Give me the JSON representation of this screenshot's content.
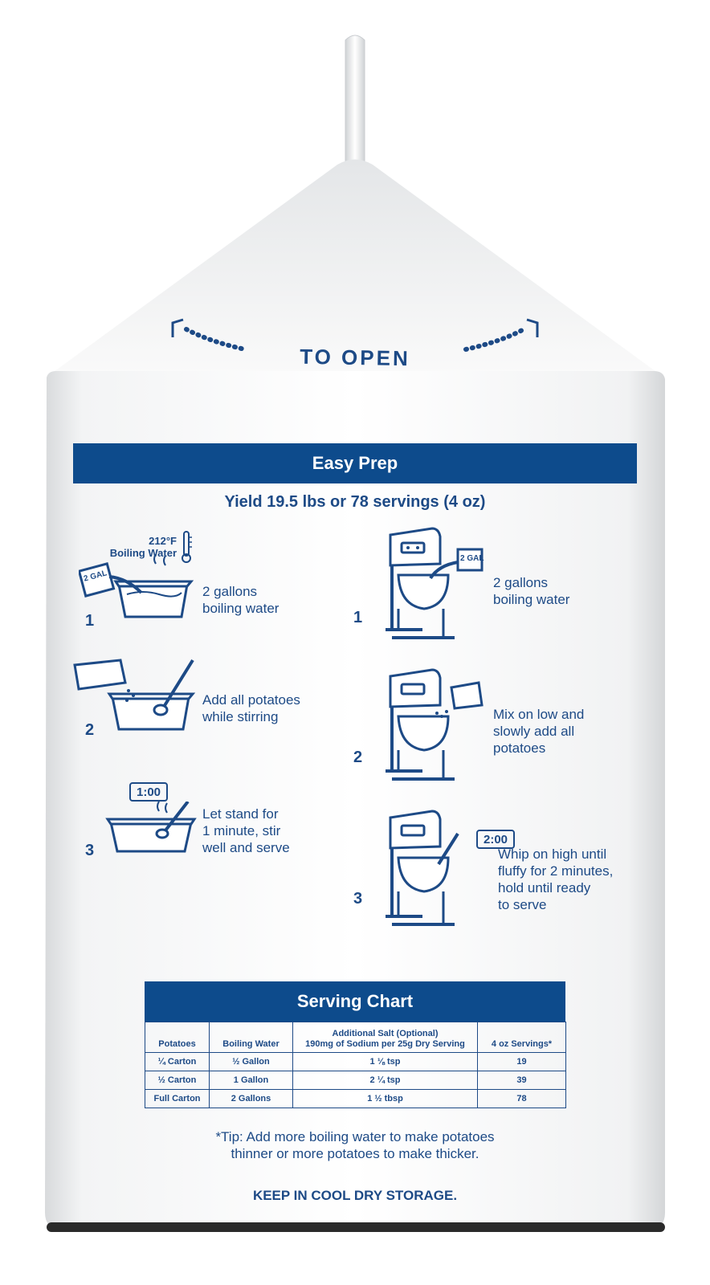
{
  "top": {
    "to_open": "TO OPEN"
  },
  "easy_prep": {
    "title": "Easy Prep",
    "yield": "Yield 19.5 lbs or 78 servings (4 oz)",
    "left_steps": [
      {
        "number": "1",
        "line1": "2 gallons",
        "line2": "boiling water",
        "line3": "",
        "temp": "212°F",
        "temp_label": "Boiling Water",
        "jug_label": "2 GAL"
      },
      {
        "number": "2",
        "line1": "Add all potatoes",
        "line2": "while stirring",
        "line3": ""
      },
      {
        "number": "3",
        "timer": "1:00",
        "line1": "Let stand for",
        "line2": "1 minute, stir",
        "line3": "well and serve"
      }
    ],
    "right_steps": [
      {
        "number": "1",
        "line1": "2 gallons",
        "line2": "boiling water",
        "line3": "",
        "line4": "",
        "jug_label": "2 GAL"
      },
      {
        "number": "2",
        "line1": "Mix on low and",
        "line2": "slowly add all",
        "line3": "potatoes",
        "line4": ""
      },
      {
        "number": "3",
        "timer": "2:00",
        "line1": "Whip on high until",
        "line2": "fluffy for 2 minutes,",
        "line3": "hold until ready",
        "line4": "to serve"
      }
    ]
  },
  "serving_chart": {
    "title": "Serving Chart",
    "headers": [
      "Potatoes",
      "Boiling Water",
      "Additional Salt (Optional)",
      "190mg of Sodium per 25g Dry Serving",
      "4 oz Servings*"
    ],
    "rows": [
      [
        "¼ Carton",
        "½ Gallon",
        "1 ⅛ tsp",
        "19"
      ],
      [
        "½ Carton",
        "1 Gallon",
        "2 ¼ tsp",
        "39"
      ],
      [
        "Full Carton",
        "2 Gallons",
        "1 ½ tbsp",
        "78"
      ]
    ]
  },
  "tip": {
    "line1": "*Tip: Add more boiling water  to make potatoes",
    "line2": "thinner or more potatoes to make thicker."
  },
  "storage": "KEEP IN COOL DRY STORAGE.",
  "colors": {
    "brand_blue": "#0d4b8c",
    "ink": "#1d4a86",
    "carton": "#f4f5f6"
  }
}
